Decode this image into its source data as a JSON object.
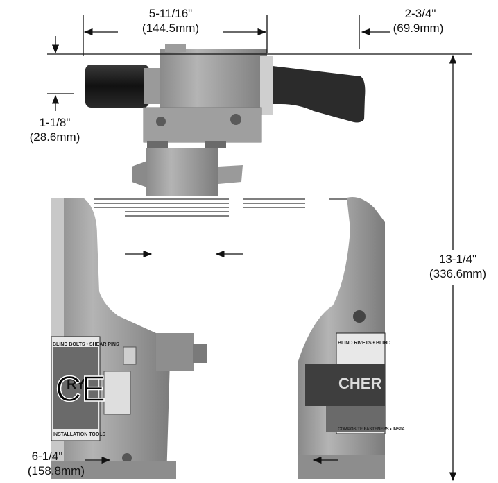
{
  "dimensions": {
    "top_length": {
      "imperial": "5-11/16\"",
      "metric": "(144.5mm)"
    },
    "handle_offset": {
      "imperial": "2-3/4\"",
      "metric": "(69.9mm)"
    },
    "nose_offset": {
      "imperial": "1-1/8\"",
      "metric": "(28.6mm)"
    },
    "overall_height": {
      "imperial": "13-1/4\"",
      "metric": "(336.6mm)"
    },
    "base_width": {
      "imperial": "6-1/4\"",
      "metric": "(158.8mm)"
    }
  },
  "labels": {
    "sticker_top_left": "BLIND BOLTS • SHEAR PINS",
    "sticker_top_right": "BLIND RIVETS • BLIND",
    "sticker_bottom_left": "INSTALLATION TOOLS",
    "sticker_bottom_right": "COMPOSITE FASTENERS • INSTA",
    "brand_partial_left": "RY",
    "brand_partial_right": "CHER",
    "ce_mark": "CE"
  },
  "colors": {
    "tool_body": "#a9a9a9",
    "tool_shadow": "#6e6e6e",
    "handle": "#2b2b2b",
    "nose": "#1c1c1c",
    "line": "#111111"
  }
}
